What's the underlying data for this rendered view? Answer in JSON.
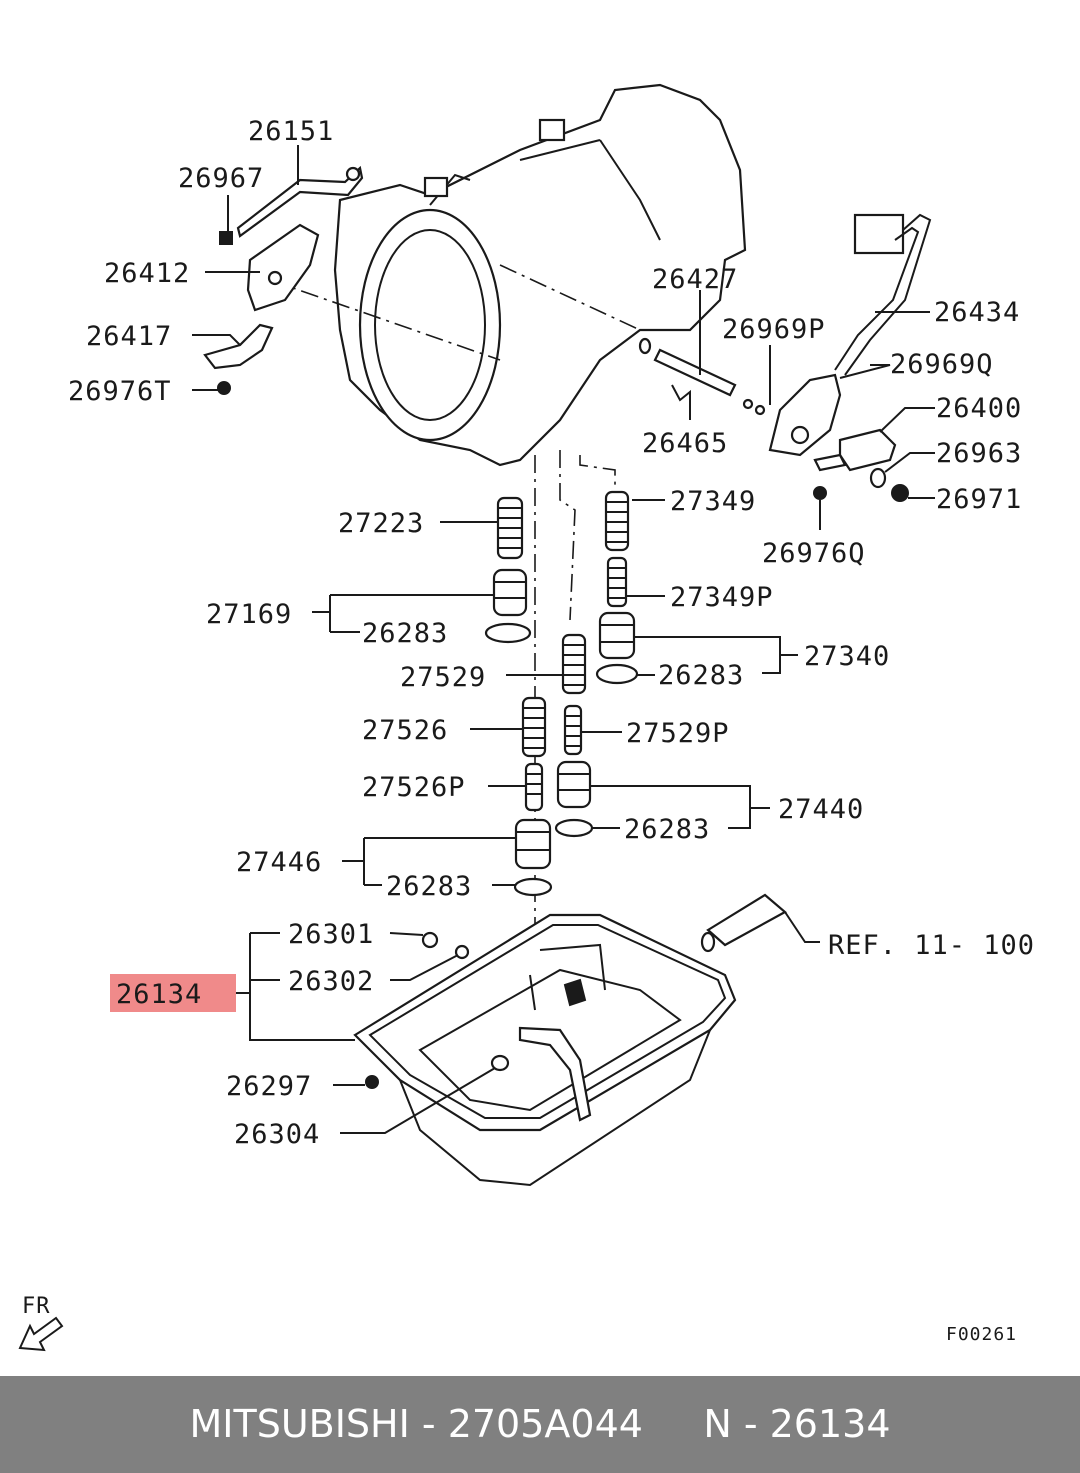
{
  "labels": {
    "l26151": "26151",
    "l26967": "26967",
    "l26412": "26412",
    "l26417": "26417",
    "l26976T": "26976T",
    "l26427": "26427",
    "l26969P": "26969P",
    "l26434": "26434",
    "l26969Q": "26969Q",
    "l26400": "26400",
    "l26963": "26963",
    "l26465": "26465",
    "l26971": "26971",
    "l27223": "27223",
    "l27349": "27349",
    "l26976Q": "26976Q",
    "l27169": "27169",
    "l27349P": "27349P",
    "l26283a": "26283",
    "l27340": "27340",
    "l27529": "27529",
    "l26283b": "26283",
    "l27526": "27526",
    "l27529P": "27529P",
    "l27526P": "27526P",
    "l27440": "27440",
    "l26283c": "26283",
    "l27446": "27446",
    "l26283d": "26283",
    "l26301": "26301",
    "lref": "REF. 11- 100",
    "l26134": "26134",
    "l26302": "26302",
    "l26297": "26297",
    "l26304": "26304",
    "fr": "FR",
    "figure_code": "F00261"
  },
  "highlight": {
    "part_number": "26134",
    "color": "#f08a8a"
  },
  "footer": {
    "text": "MITSUBISHI - 2705A044     N - 26134"
  }
}
